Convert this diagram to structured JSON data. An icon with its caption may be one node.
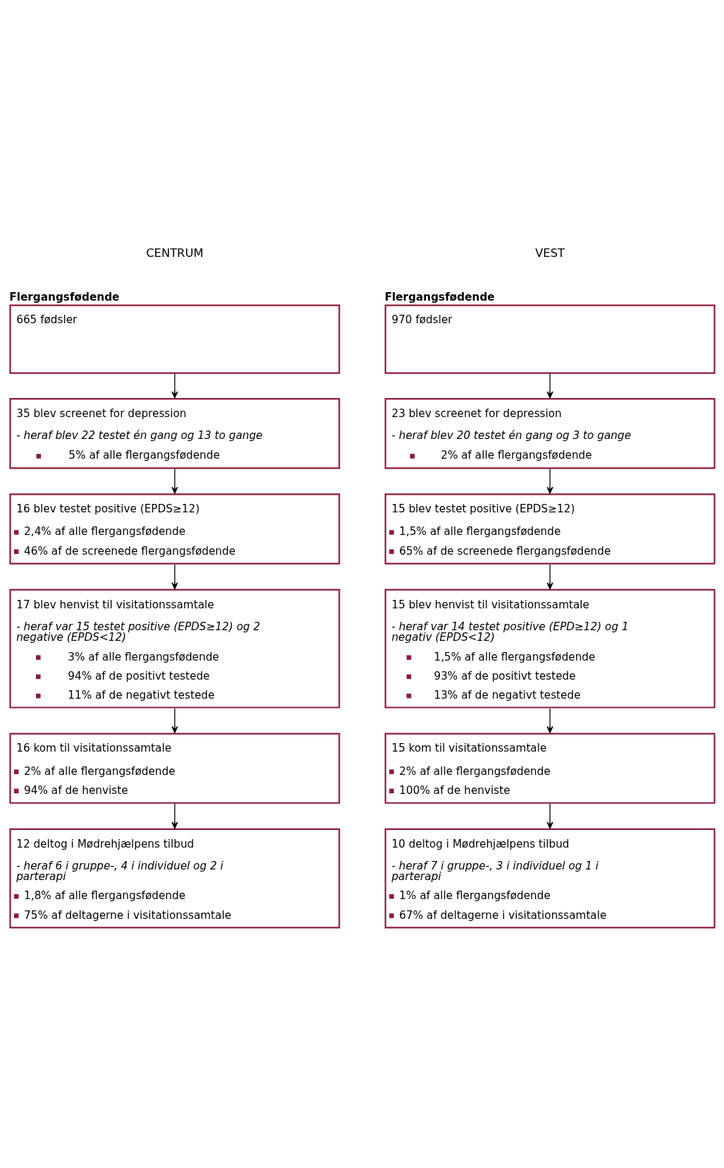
{
  "diagram": {
    "nodes": [
      {
        "text": [
          "Flergangsfødende",
          "665 fødsler"
        ]
      },
      {
        "text": [
          "35 blev screenet for depression",
          "- heraf blev 22 testet én gang og 13 to gange",
          "5% af alle flergangsfødende"
        ]
      },
      {
        "text": [
          "16 blev testet positive (EPDS≥12)",
          "2,4% af alle flergangsfødende",
          "46% af de screenede flergangsfødende"
        ]
      },
      {
        "text": [
          "17 blev henvist til visitationssamtale",
          "- heraf var 15 testet positive (EPDS≥12) og 2 negative (EPDS<12)",
          "3% af alle flergangsfødende",
          "94% af de positivt testede",
          "11% af de negativt testede"
        ]
      },
      {
        "text": [
          "16 kom til visitationssamtale",
          "2% af alle flergangsfødende",
          "94% af de henviste"
        ]
      },
      {
        "text": [
          "12 deltog i Mødrehjælpens tilbud",
          "- heraf 6 i gruppe-, 4 i individuel og 2 i parterapi",
          "1,8% af alle flergangsfødende",
          "75% af deltagerne i visitationssamtale"
        ]
      },
      {
        "text": [
          "Flergangsfødende",
          "970 fødsler"
        ]
      },
      {
        "text": [
          "23 blev screenet for depression",
          "- heraf blev 20 testet én gang og 3 to gange",
          "2% af alle flergangsfødende"
        ]
      },
      {
        "text": [
          "15 blev testet positive (EPDS≥12)",
          "1,5% af alle flergangsfødende",
          "65% af de screenede flergangsfødende"
        ]
      },
      {
        "text": [
          "15 blev henvist til visitationssamtale",
          "- heraf var 14 testet positive (EPD≥12) og 1 negativ (EPDS<12)",
          "1,5% af alle flergangsfødende",
          "93% af de positivt testede",
          "13% af de negativt testede"
        ]
      },
      {
        "text": [
          "15 kom til visitationssamtale",
          "2% af alle flergangsfødende",
          "100% af de henviste"
        ]
      },
      {
        "text": [
          "10 deltog i Mødrehjælpens tilbud",
          "- heraf 7 i gruppe-, 3 i individuel og 1 i parterapi",
          "1% af alle flergangsfødende",
          "67% af deltagerne i visitationssamtale"
        ]
      }
    ],
    "edges": [
      {
        "from": 0,
        "to": 1,
        "arrow": "to"
      },
      {
        "from": 1,
        "to": 2,
        "arrow": "to"
      },
      {
        "from": 2,
        "to": 3,
        "arrow": "to"
      },
      {
        "from": 3,
        "to": 4,
        "arrow": "to"
      },
      {
        "from": 4,
        "to": 5,
        "arrow": "to"
      },
      {
        "from": 6,
        "to": 7,
        "arrow": "to"
      },
      {
        "from": 7,
        "to": 8,
        "arrow": "to"
      },
      {
        "from": 8,
        "to": 9,
        "arrow": "to"
      },
      {
        "from": 9,
        "to": 10,
        "arrow": "to"
      },
      {
        "from": 10,
        "to": 11,
        "arrow": "to"
      }
    ],
    "labels": [
      "CENTRUM",
      "VEST"
    ]
  }
}
